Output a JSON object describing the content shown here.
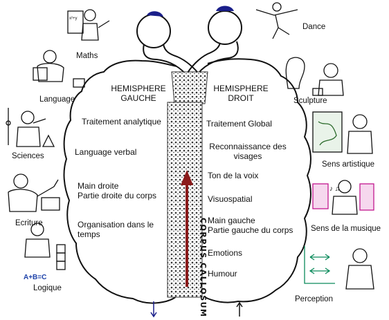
{
  "left_hemisphere": {
    "title_line1": "HEMISPHERE",
    "title_line2": "GAUCHE",
    "functions": {
      "analytic": "Traitement analytique",
      "verbal": "Language verbal",
      "hand_line1": "Main droite",
      "hand_line2": "Partie droite du corps",
      "org_line1": "Organisation dans le",
      "org_line2": "temps"
    }
  },
  "right_hemisphere": {
    "title_line1": "HEMISPHERE",
    "title_line2": "DROIT",
    "functions": {
      "global": "Traitement Global",
      "faces_line1": "Reconnaissance des",
      "faces_line2": "visages",
      "voice": "Ton de la voix",
      "visuo": "Visuospatial",
      "hand_line1": "Main gauche",
      "hand_line2": "Partie gauche du corps",
      "emotions": "Emotions",
      "humour": "Humour"
    }
  },
  "corpus_callosum": {
    "label": "CORPUS CALLOSUM"
  },
  "left_side_skills": {
    "maths": "Maths",
    "language": "Language",
    "sciences": "Sciences",
    "ecriture": "Ecriture",
    "logique": "Logique",
    "formula": "A+B=C"
  },
  "right_side_skills": {
    "dance": "Dance",
    "sculpture": "Sculpture",
    "sens_artistique": "Sens artistique",
    "sens_musique": "Sens de la musique",
    "perception": "Perception"
  },
  "colors": {
    "ink": "#111111",
    "eye": "#1a1f8a",
    "arrow": "#8b1a1a",
    "music_accent": "#c2188f",
    "perception_accent": "#0a8a5a",
    "formula_blue": "#1a3fa8"
  }
}
